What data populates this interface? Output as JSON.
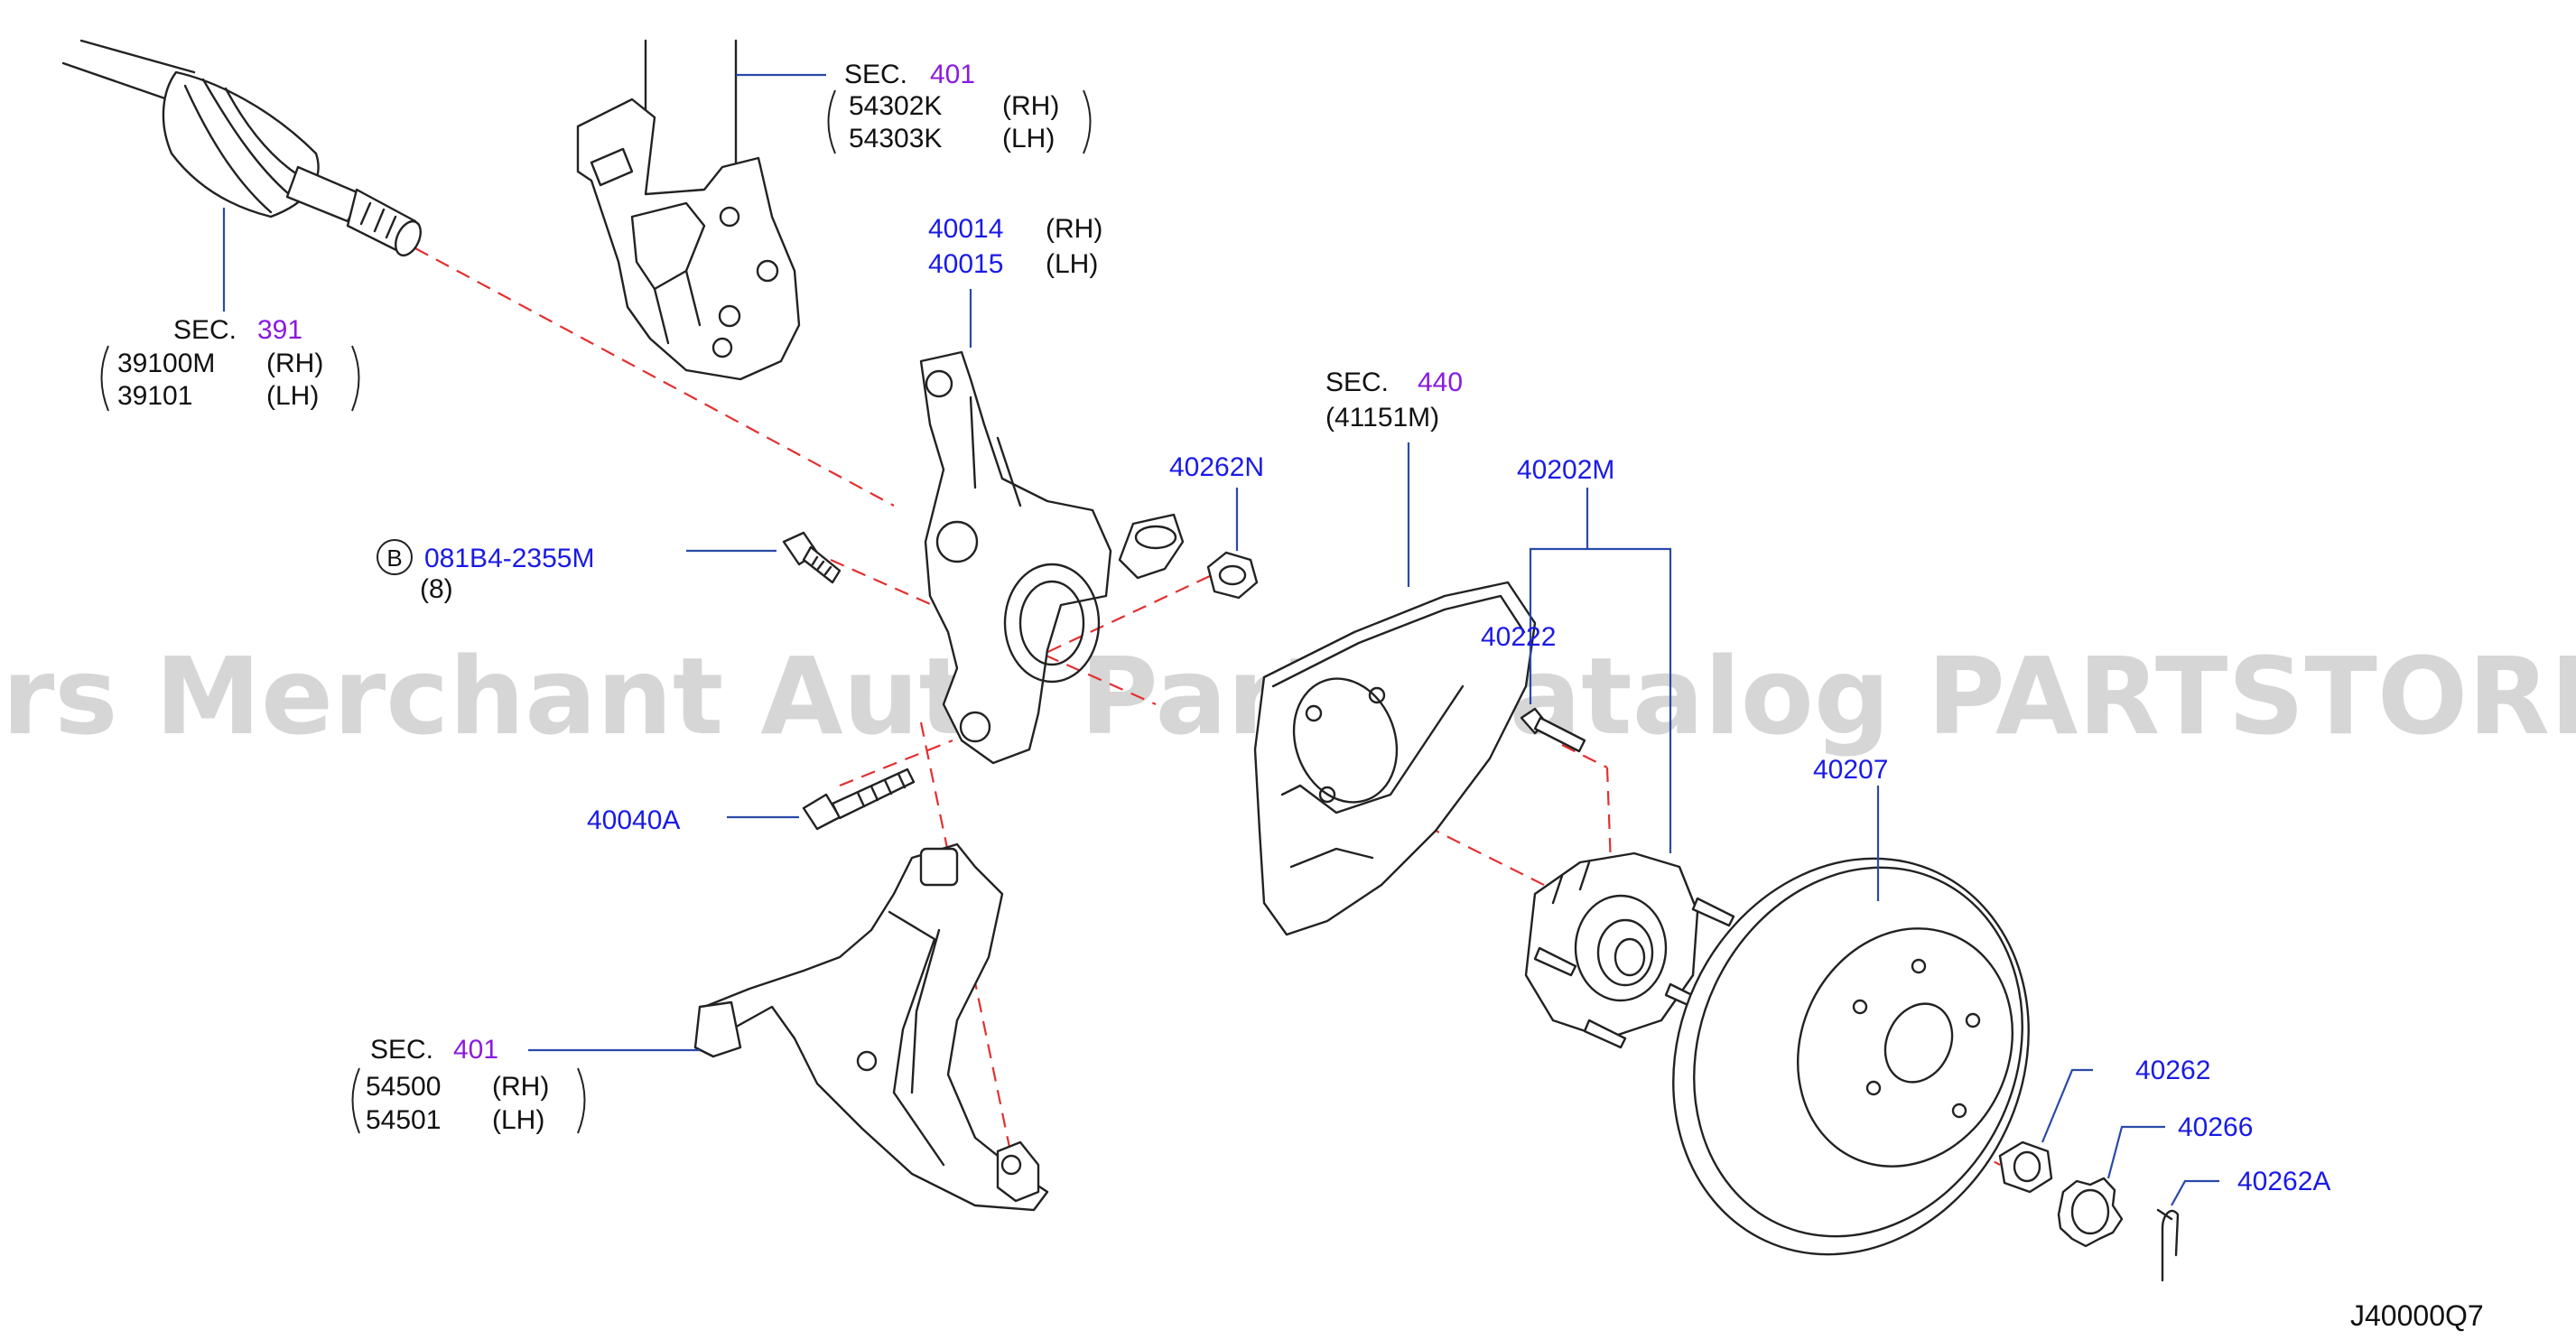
{
  "watermark": "Offers Merchant Auto Parts Catalog PARTSTORE.SA",
  "diagram_code": "J40000Q7",
  "callouts": {
    "strut": {
      "sec_label": "SEC.",
      "sec_number": "401",
      "parts": [
        {
          "number": "54302K",
          "side": "(RH)"
        },
        {
          "number": "54303K",
          "side": "(LH)"
        }
      ]
    },
    "driveshaft": {
      "sec_label": "SEC.",
      "sec_number": "391",
      "parts": [
        {
          "number": "39100M",
          "side": "(RH)"
        },
        {
          "number": "39101",
          "side": "(LH)"
        }
      ]
    },
    "knuckle": {
      "parts": [
        {
          "number": "40014",
          "side": "(RH)"
        },
        {
          "number": "40015",
          "side": "(LH)"
        }
      ]
    },
    "nut_top": {
      "number": "40262N"
    },
    "brake_backing": {
      "sec_label": "SEC.",
      "sec_number": "440",
      "sub": "(41151M)"
    },
    "hub_assembly": {
      "number": "40202M"
    },
    "hub_bolt": {
      "number": "40222"
    },
    "bolt_b": {
      "badge": "B",
      "number": "081B4-2355M",
      "qty": "(8)"
    },
    "bolt_lower": {
      "number": "40040A"
    },
    "rotor": {
      "number": "40207"
    },
    "lower_arm": {
      "sec_label": "SEC.",
      "sec_number": "401",
      "parts": [
        {
          "number": "54500",
          "side": "(RH)"
        },
        {
          "number": "54501",
          "side": "(LH)"
        }
      ]
    },
    "hub_nut": {
      "number": "40262"
    },
    "nut_retainer": {
      "number": "40266"
    },
    "cotter_pin": {
      "number": "40262A"
    }
  }
}
